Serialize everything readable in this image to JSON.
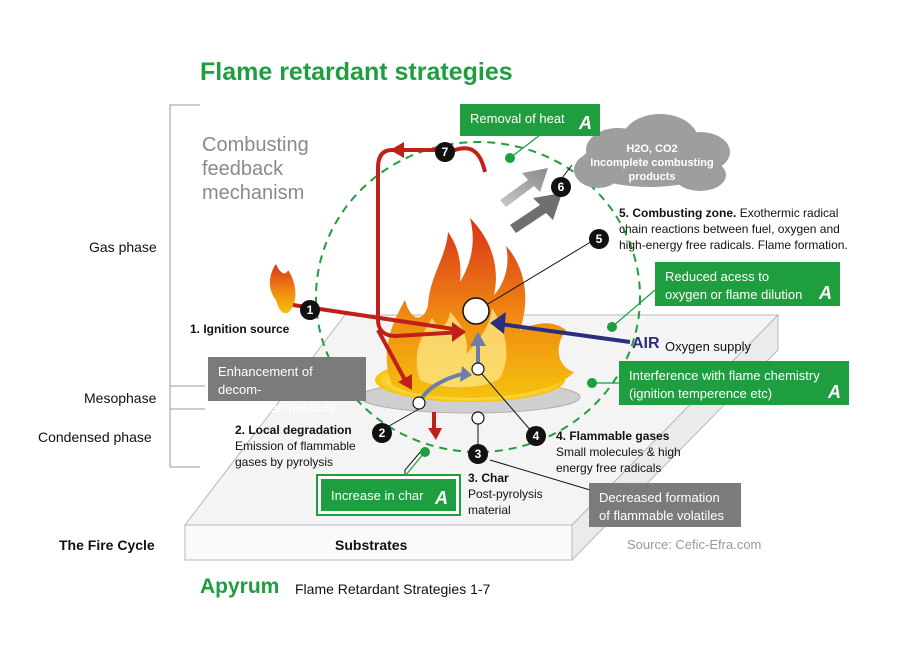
{
  "title": "Flame retardant strategies",
  "feedback_label": "Combusting feedback mechanism",
  "phases": {
    "gas": "Gas phase",
    "meso": "Mesophase",
    "condensed": "Condensed phase"
  },
  "fire_cycle_label": "The Fire Cycle",
  "substrates_label": "Substrates",
  "source": "Source: Cefic-Efra.com",
  "footer": {
    "brand": "Apyrum",
    "subtitle": "Flame Retardant Strategies 1-7"
  },
  "badge_letter": "A",
  "nodes": {
    "n1": "1",
    "n2": "2",
    "n3": "3",
    "n4": "4",
    "n5": "5",
    "n6": "6",
    "n7": "7"
  },
  "labels": {
    "ignition": "1. Ignition source",
    "local_deg_title": "2. Local degradation",
    "local_deg_desc1": "Emission of flammable",
    "local_deg_desc2": "gases by pyrolysis",
    "char_title": "3. Char",
    "char_desc1": "Post-pyrolysis",
    "char_desc2": "material",
    "gases_title": "4. Flammable gases",
    "gases_desc1": "Small molecules & high",
    "gases_desc2": "energy free radicals",
    "zone_title": "5. Combusting zone.",
    "zone_desc1": "Exothermic radical",
    "zone_desc2": "chain reactions between fuel, oxygen and",
    "zone_desc3": "high-energy free radicals. Flame formation.",
    "air": "AIR",
    "air_desc": "Oxygen supply",
    "products_1": "H2O, CO2",
    "products_2": "Incomplete combusting",
    "products_3": "products"
  },
  "strategies": {
    "removal_heat": "Removal of heat",
    "reduced_access_1": "Reduced acess to",
    "reduced_access_2": "oxygen or flame dilution",
    "interference_1": "Interference with flame chemistry",
    "interference_2": "(ignition temperence etc)",
    "increase_char": "Increase in char",
    "enhancement_1": "Enhancement of decom-",
    "enhancement_2": "position temperature",
    "decreased_1": "Decreased formation",
    "decreased_2": "of flammable volatiles"
  },
  "colors": {
    "green": "#1e9e3e",
    "red": "#c0201a",
    "gray_box": "#7b7b7b",
    "cloud": "#9e9e9e",
    "air_arrow": "#2b2e7e",
    "source_text": "#999999"
  }
}
